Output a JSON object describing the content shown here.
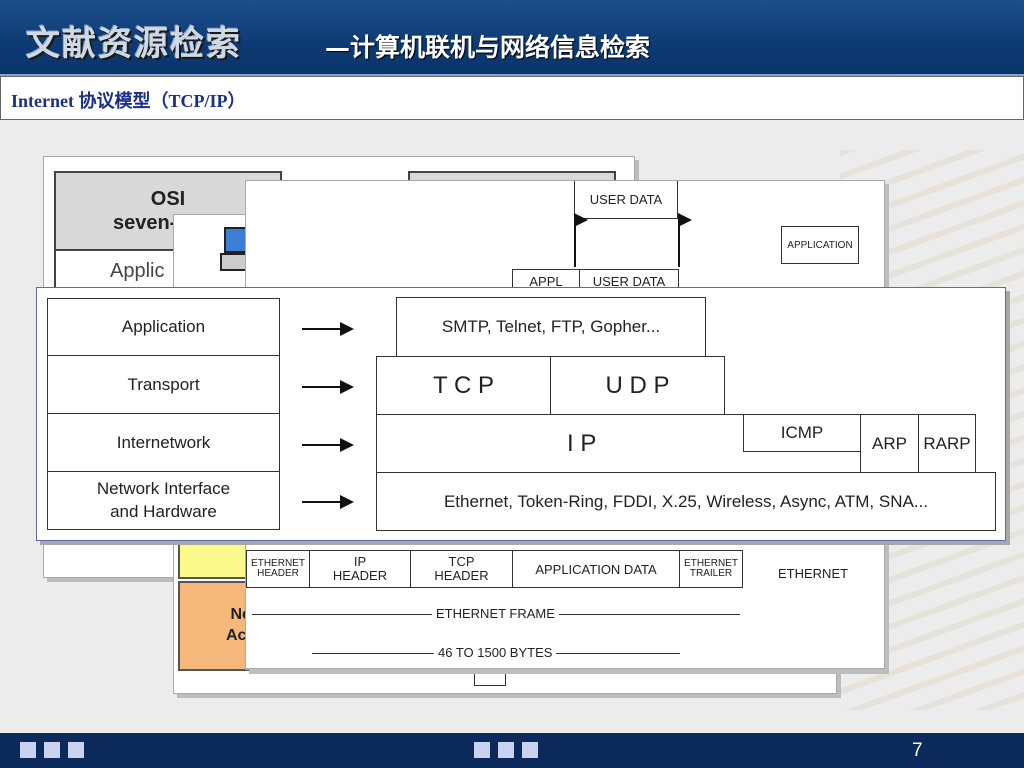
{
  "header": {
    "logo_text": "文献资源检索",
    "title": "—计算机联机与网络信息检索"
  },
  "subtitle": "Internet 协议模型（TCP/IP）",
  "osi_card": {
    "heading": "OSI\nseven-layer",
    "row1": "Applic",
    "net_access": "Ne\nAcc"
  },
  "encap_card": {
    "user_data_top": "USER DATA",
    "appl": "APPL",
    "user_data_2": "USER DATA",
    "application_right": "APPLICATION",
    "eth_header": "ETHERNET\nHEADER",
    "ip_header": "IP\nHEADER",
    "tcp_header": "TCP\nHEADER",
    "app_data": "APPLICATION DATA",
    "eth_trailer": "ETHERNET\nTRAILER",
    "ethernet_right": "ETHERNET",
    "frame_label": "ETHERNET FRAME",
    "bytes_label": "46 TO 1500 BYTES"
  },
  "front_card": {
    "layers": [
      "Application",
      "Transport",
      "Internetwork",
      "Network Interface\nand Hardware"
    ],
    "app_protocols": "SMTP, Telnet, FTP, Gopher...",
    "tcp": "T C P",
    "udp": "U D P",
    "ip": "I P",
    "icmp": "ICMP",
    "arp": "ARP",
    "rarp": "RARP",
    "net_protocols": "Ethernet, Token-Ring, FDDI, X.25, Wireless, Async, ATM, SNA..."
  },
  "footer": {
    "page_number": "7"
  }
}
